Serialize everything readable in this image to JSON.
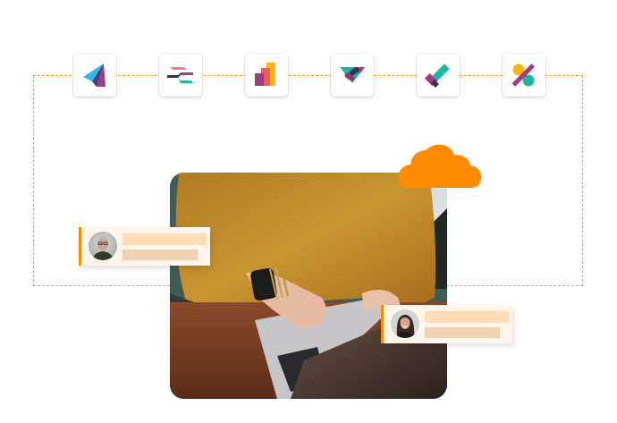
{
  "illustration": {
    "theme": "integrations-workflow",
    "colors": {
      "accent_orange": "#ff8b00",
      "dash_orange": "#f6a020",
      "card_bg": "#fff5ea",
      "bar_primary": "#fedcb4",
      "bar_secondary": "#f0d1b1",
      "magenta": "#a23a80",
      "teal": "#1fb5a0",
      "navy": "#2c3557",
      "sky": "#2fb8ea",
      "yellow": "#ffb511"
    },
    "app_icons": [
      {
        "name": "paper-plane-icon"
      },
      {
        "name": "flow-arrows-icon"
      },
      {
        "name": "bar-chart-icon"
      },
      {
        "name": "handshake-icon"
      },
      {
        "name": "checkmark-icon"
      },
      {
        "name": "percent-icon"
      }
    ],
    "cloud": {
      "icon": "cloud-icon",
      "color": "#ff8b00"
    },
    "photo": {
      "subject": "person typing on laptop",
      "alt": "Person in mustard sweater typing on a laptop"
    },
    "user_cards": [
      {
        "avatar": "man-avatar",
        "alt": "Man with glasses"
      },
      {
        "avatar": "woman-avatar",
        "alt": "Smiling woman with dark hair"
      }
    ]
  }
}
